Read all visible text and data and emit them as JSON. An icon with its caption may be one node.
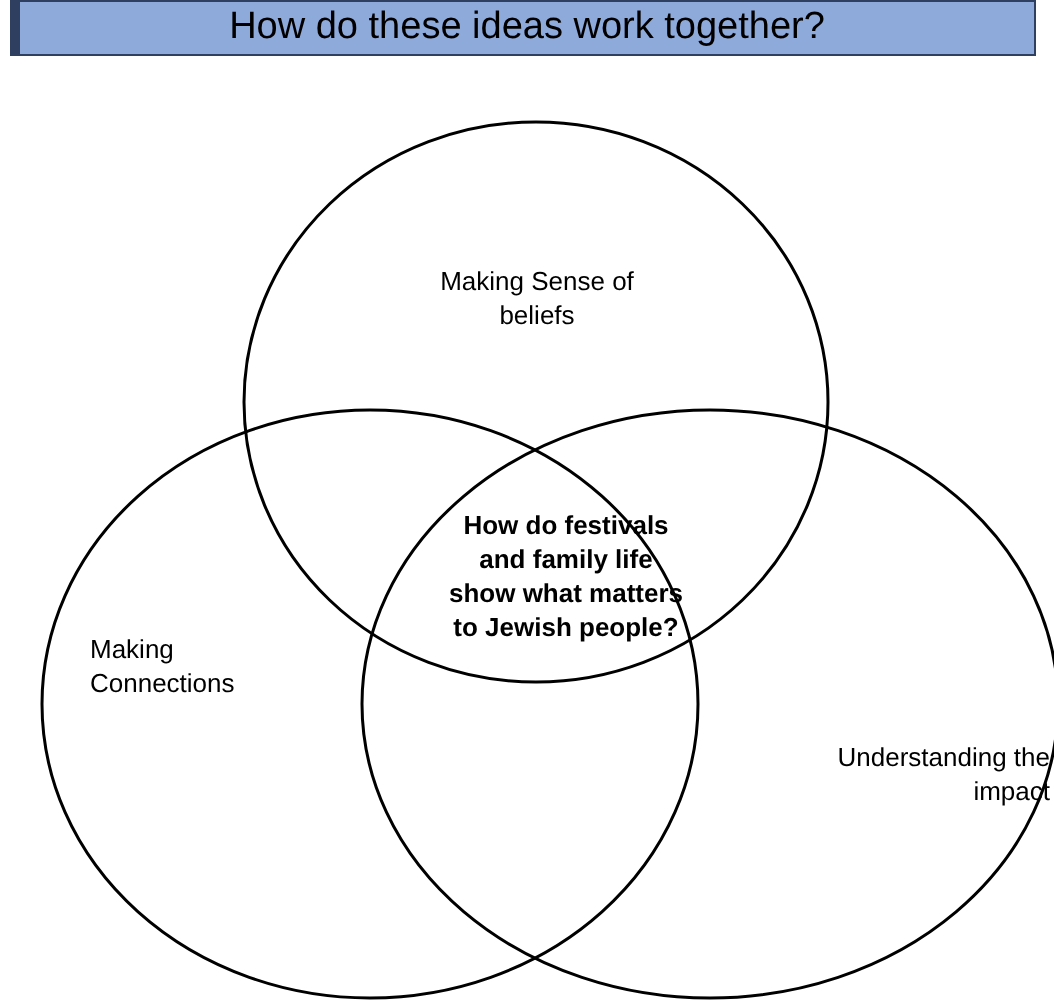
{
  "diagram": {
    "title": "How do these ideas work together?",
    "nodes": [
      {
        "text": [
          "Making Sense of beliefs"
        ]
      },
      {
        "text": [
          "Making Connections"
        ]
      },
      {
        "text": [
          "Understanding the impact"
        ]
      }
    ],
    "labels": [
      "How do festivals and family life show what matters to Jewish people?"
    ]
  }
}
